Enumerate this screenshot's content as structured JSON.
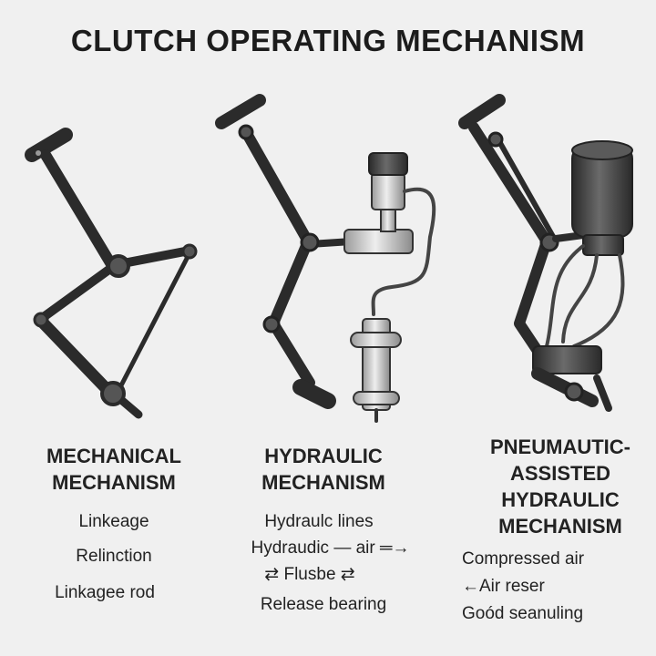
{
  "title": "CLUTCH OPERATING MECHANISM",
  "columns": [
    {
      "heading": [
        "MECHANICAL",
        "MECHANISM"
      ],
      "items": [
        "Linkeage",
        "Relinction",
        "Linkagee rod"
      ]
    },
    {
      "heading": [
        "HYDRAULIC",
        "MECHANISM"
      ],
      "items": [
        "Hydraulc lines",
        "Hydraudic — air ═→",
        "⇄ Flusbe ⇄",
        "Release bearing"
      ]
    },
    {
      "heading": [
        "PNEUMAUTIC-",
        "ASSISTED",
        "HYDRAULIC",
        "MECHANISM"
      ],
      "items": [
        "Compressed air",
        "←Air reser",
        "Goód seanuling"
      ]
    }
  ],
  "colors": {
    "background": "#f0f0f0",
    "linkage": "#3a3a3a",
    "metal": "#c8c8c8"
  }
}
